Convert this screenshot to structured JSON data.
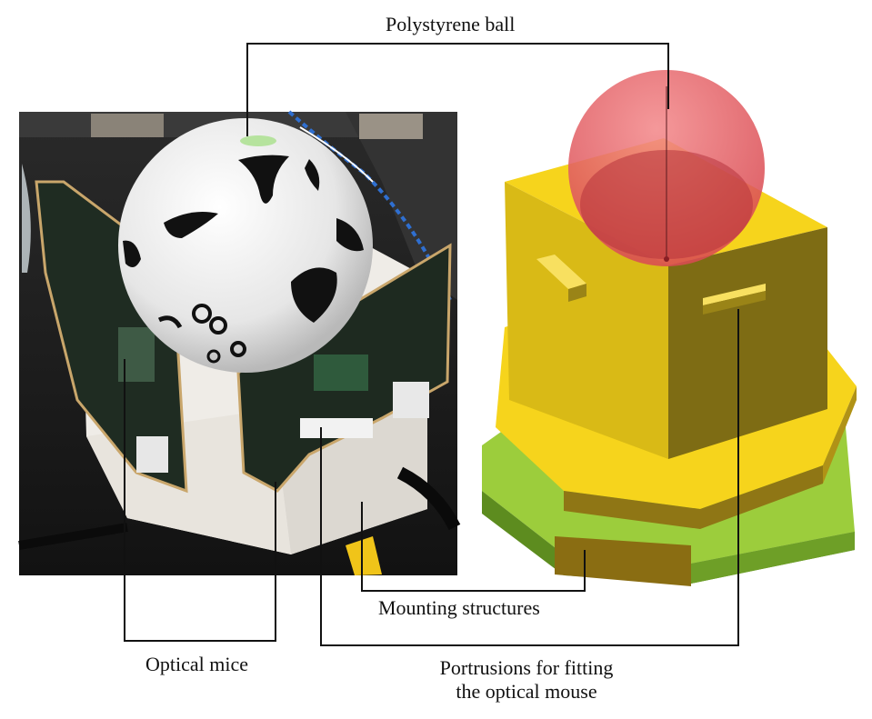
{
  "labels": {
    "polystyrene_ball": "Polystyrene ball",
    "mounting_structures": "Mounting structures",
    "optical_mice": "Optical mice",
    "protrusions_line1": "Portrusions for fitting",
    "protrusions_line2": "the optical mouse"
  },
  "colors": {
    "cad_yellow": "#f6d41c",
    "cad_green": "#9ccd3c",
    "ball_red": "#e8606a",
    "photo_board": "#1d2a20",
    "photo_foam": "#f1f1f1"
  }
}
